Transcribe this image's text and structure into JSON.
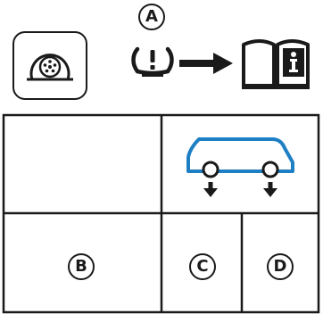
{
  "labels": {
    "a": "A",
    "b": "B",
    "c": "C",
    "d": "D"
  },
  "icons": {
    "wheel_box": "tyre-wheel-icon",
    "tpms_warning": "tpms-warning-icon",
    "arrow": "arrow-right-icon",
    "manual": "owners-manual-icon",
    "vehicle": "vehicle-tyre-pressure-icon"
  },
  "colors": {
    "ink": "#1a1a1a",
    "vehicle_blue": "#1e7fc4"
  }
}
